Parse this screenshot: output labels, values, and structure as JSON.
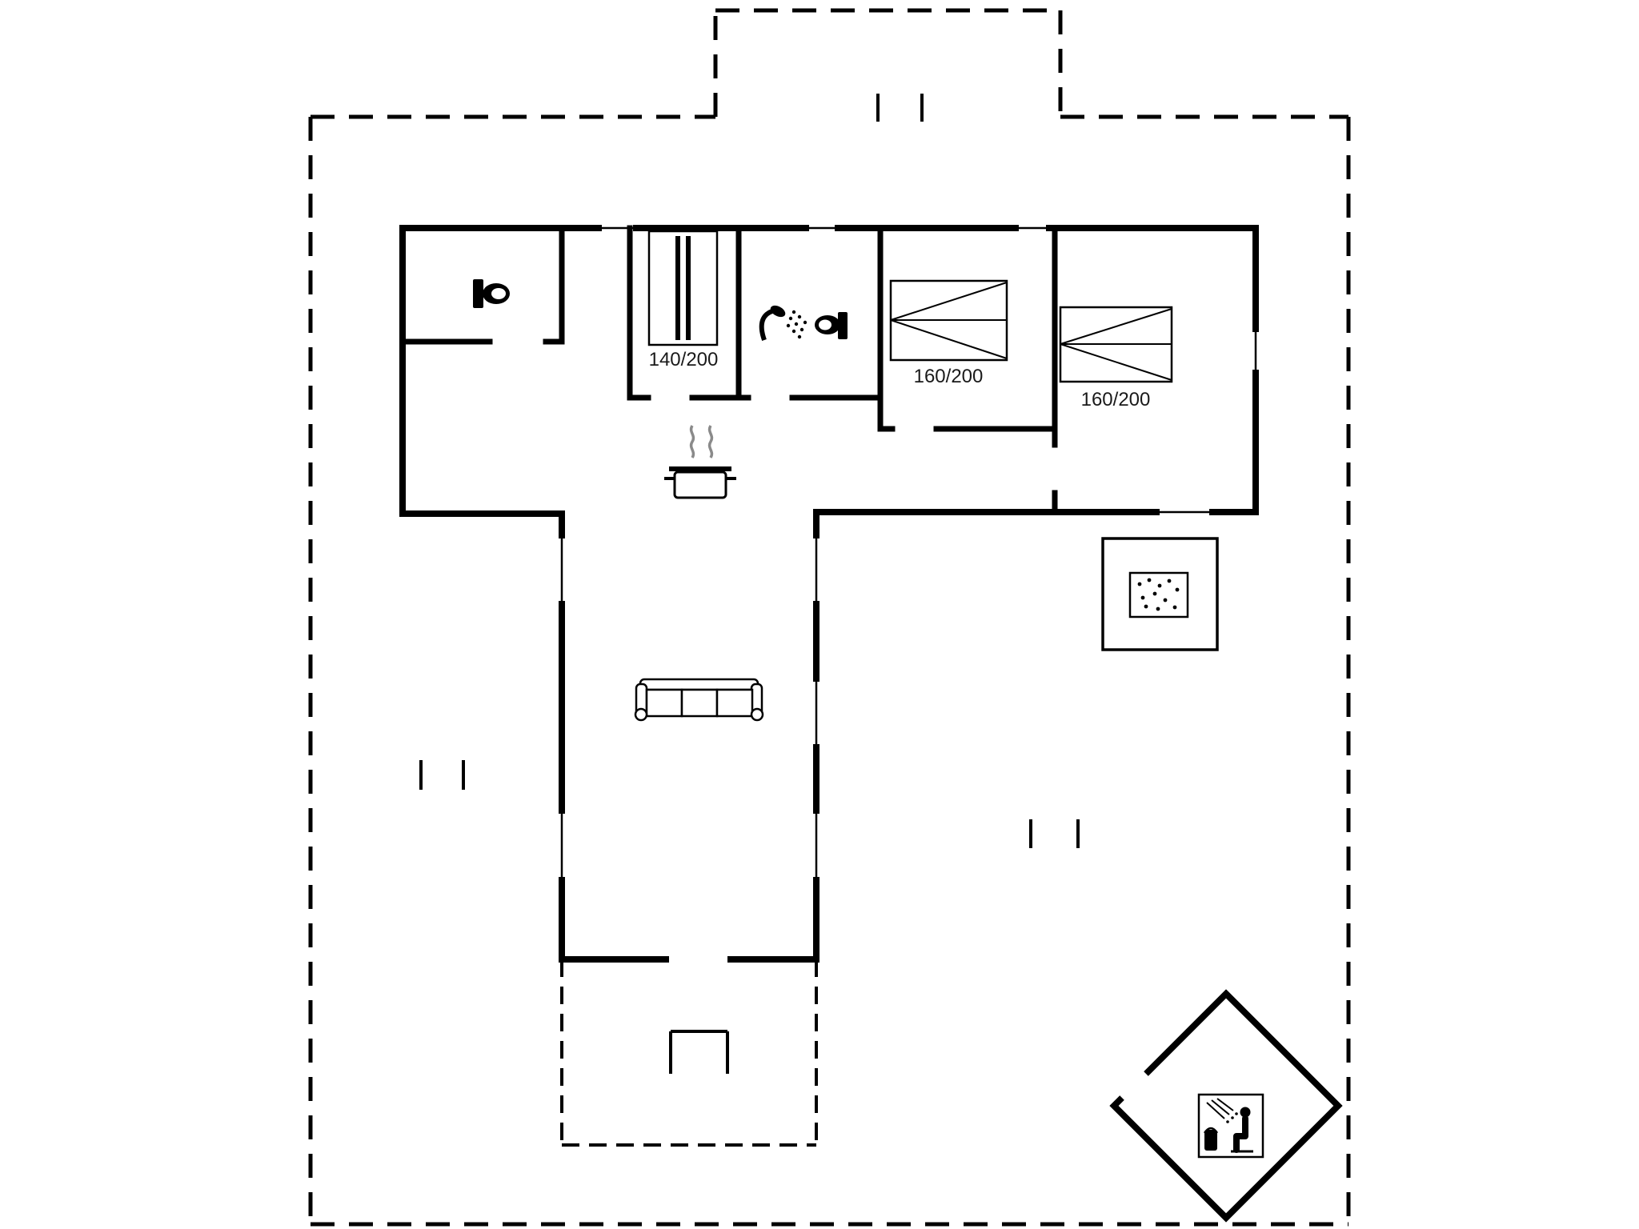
{
  "plan": {
    "type": "floor-plan",
    "background_color": "#ffffff",
    "wall_color": "#000000",
    "beds": [
      {
        "label": "140/200"
      },
      {
        "label": "160/200"
      },
      {
        "label": "160/200"
      }
    ],
    "icons": [
      {
        "name": "toilet-icon",
        "location": "wc-room"
      },
      {
        "name": "shower-icon",
        "location": "bathroom"
      },
      {
        "name": "toilet-icon",
        "location": "bathroom"
      },
      {
        "name": "stove-pot-icon",
        "location": "kitchen"
      },
      {
        "name": "sofa-icon",
        "location": "living-room"
      },
      {
        "name": "hot-tub-icon",
        "location": "terrace"
      },
      {
        "name": "sauna-person-icon",
        "location": "sauna"
      },
      {
        "name": "window-marker",
        "location": "walls"
      }
    ]
  }
}
